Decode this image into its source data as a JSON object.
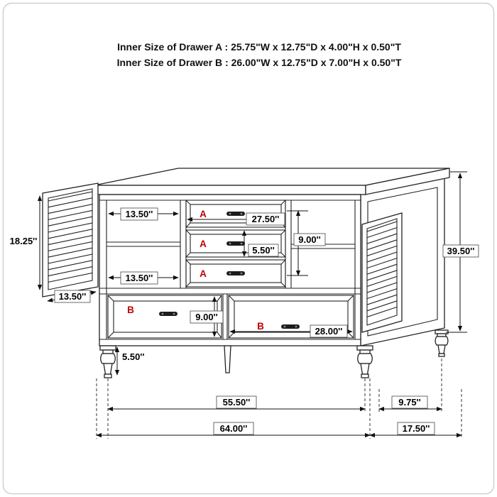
{
  "header": {
    "line1": "Inner Size of Drawer A : 25.75\"W x 12.75\"D x 4.00\"H x 0.50\"T",
    "line2": "Inner Size of Drawer B : 26.00\"W x 12.75\"D x 7.00\"H x 0.50\"T"
  },
  "colors": {
    "line": "#222222",
    "drawer_letter_red": "#c00000",
    "background": "#ffffff",
    "frame_border": "#cfcfcf"
  },
  "letters": {
    "a1": "A",
    "a2": "A",
    "a3": "A",
    "b1": "B",
    "b2": "B"
  },
  "dims": {
    "door_height": "18.25''",
    "shelf_top_width": "13.50''",
    "shelf_bottom_width": "13.50''",
    "door_width": "13.50''",
    "drawer_a_width": "27.50''",
    "drawer_a_stack_height": "9.00''",
    "drawer_a_front_height": "5.50''",
    "drawer_b_front_height": "9.00''",
    "drawer_b_width": "28.00''",
    "leg_height": "5.50''",
    "overall_height": "39.50''",
    "width_between_legs": "55.50''",
    "leg_depth": "9.75''",
    "overall_width": "64.00''",
    "overall_depth": "17.50''"
  }
}
